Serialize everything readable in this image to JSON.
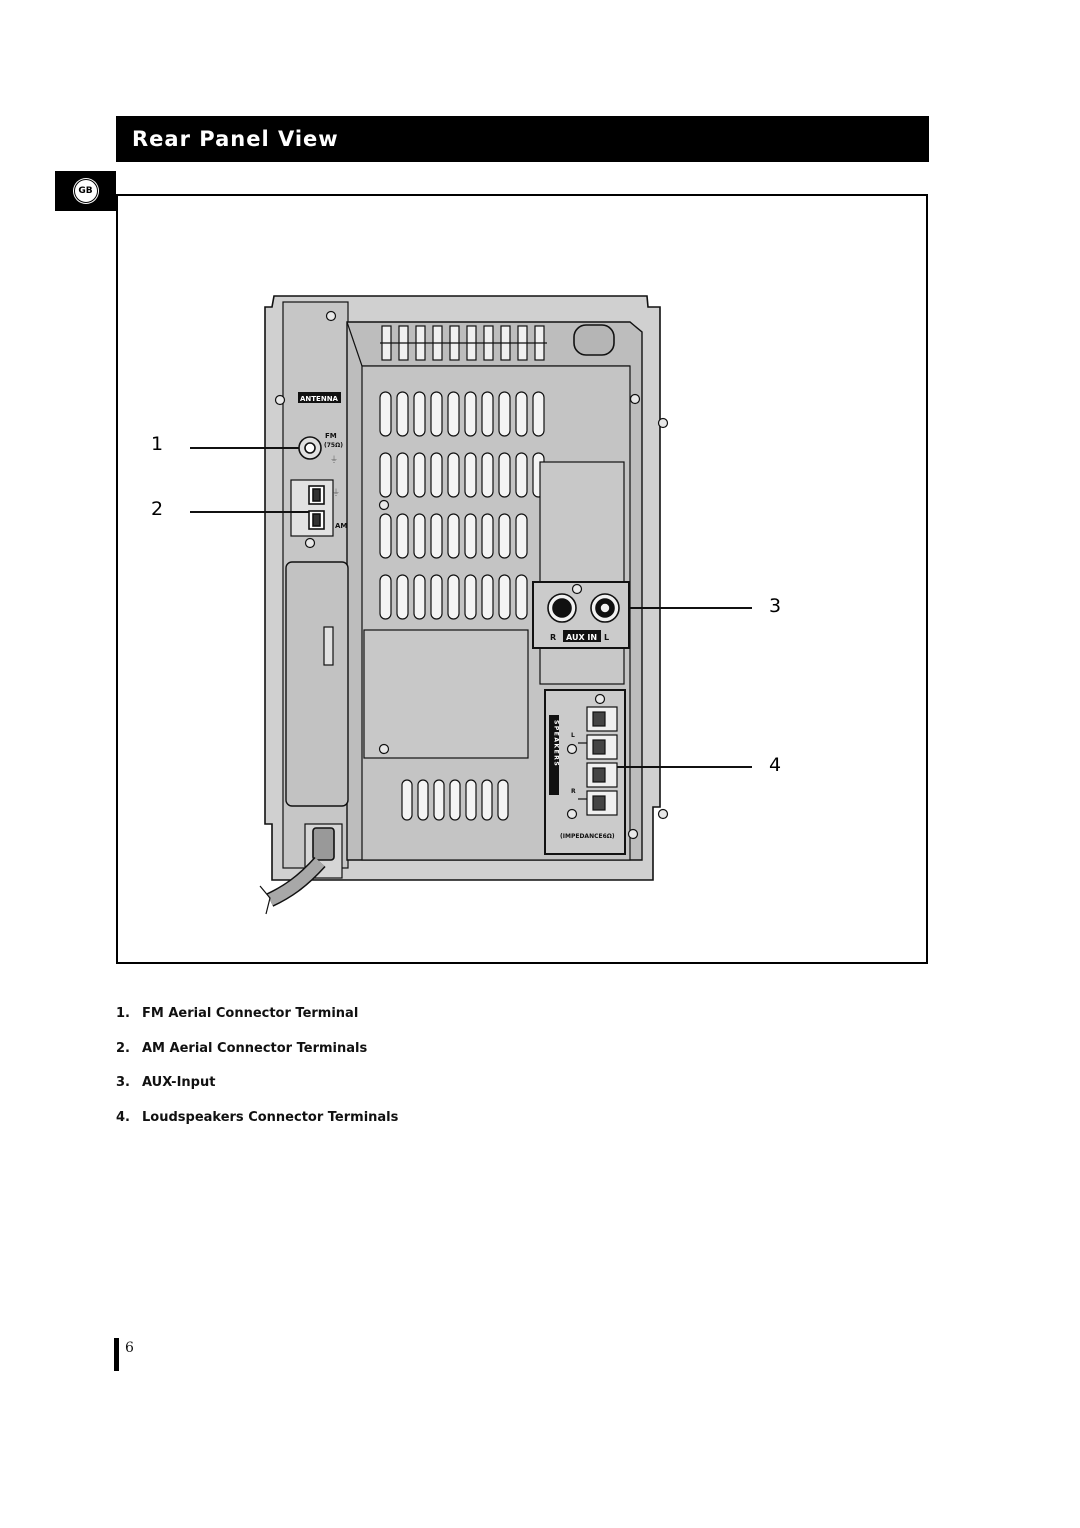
{
  "header": {
    "title": "Rear Panel View",
    "language_badge": "GB"
  },
  "figure": {
    "callouts": [
      "1",
      "2",
      "3",
      "4"
    ],
    "panel_labels": {
      "antenna": "ANTENNA",
      "fm": "FM",
      "fm_impedance": "(75Ω)",
      "am": "AM",
      "aux_r": "R",
      "aux_in": "AUX IN",
      "aux_l": "L",
      "speakers": "SPEAKERS",
      "speaker_l": "L",
      "speaker_r": "R",
      "impedance": "(IMPEDANCE6Ω)"
    },
    "icons": [
      "ground-icon",
      "screw-icon",
      "speaker-clip-icon",
      "rca-jack-icon"
    ]
  },
  "legend": {
    "items": [
      {
        "number": "1.",
        "label": "FM Aerial Connector Terminal"
      },
      {
        "number": "2.",
        "label": "AM Aerial Connector Terminals"
      },
      {
        "number": "3.",
        "label": "AUX-Input"
      },
      {
        "number": "4.",
        "label": "Loudspeakers Connector Terminals"
      }
    ]
  },
  "footer": {
    "page_number": "6"
  }
}
